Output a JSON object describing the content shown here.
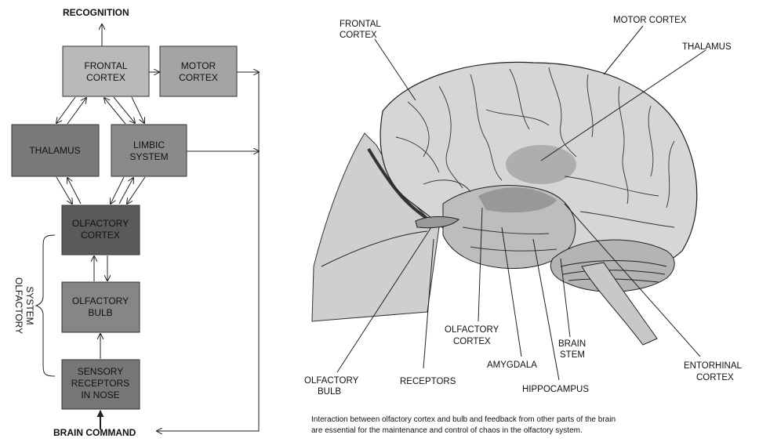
{
  "diagram": {
    "recognition": "RECOGNITION",
    "brain_command": "BRAIN COMMAND",
    "system_label_1": "OLFACTORY",
    "system_label_2": "SYSTEM",
    "boxes": {
      "frontal_cortex": [
        "FRONTAL",
        "CORTEX"
      ],
      "motor_cortex": [
        "MOTOR",
        "CORTEX"
      ],
      "thalamus": [
        "THALAMUS"
      ],
      "limbic_system": [
        "LIMBIC",
        "SYSTEM"
      ],
      "olfactory_cortex": [
        "OLFACTORY",
        "CORTEX"
      ],
      "olfactory_bulb": [
        "OLFACTORY",
        "BULB"
      ],
      "sensory_receptors": [
        "SENSORY",
        "RECEPTORS",
        "IN NOSE"
      ]
    },
    "colors": {
      "frontal_cortex": "#b9b9b9",
      "motor_cortex": "#a4a4a4",
      "thalamus": "#7a7a7a",
      "limbic_system": "#8a8a8a",
      "olfactory_cortex": "#5a5a5a",
      "olfactory_bulb": "#868686",
      "sensory_receptors": "#767676"
    }
  },
  "brain": {
    "labels": {
      "frontal_cortex": [
        "FRONTAL",
        "CORTEX"
      ],
      "motor_cortex": "MOTOR CORTEX",
      "thalamus": "THALAMUS",
      "olfactory_cortex": [
        "OLFACTORY",
        "CORTEX"
      ],
      "brain_stem": [
        "BRAIN",
        "STEM"
      ],
      "amygdala": "AMYGDALA",
      "entorhinal_cortex": [
        "ENTORHINAL",
        "CORTEX"
      ],
      "olfactory_bulb": [
        "OLFACTORY",
        "BULB"
      ],
      "receptors": "RECEPTORS",
      "hippocampus": "HIPPOCAMPUS"
    }
  },
  "caption": {
    "line1": "Interaction between olfactory cortex and bulb and feedback from other parts of the brain",
    "line2": "are essential for the maintenance and control of chaos in the olfactory system."
  }
}
